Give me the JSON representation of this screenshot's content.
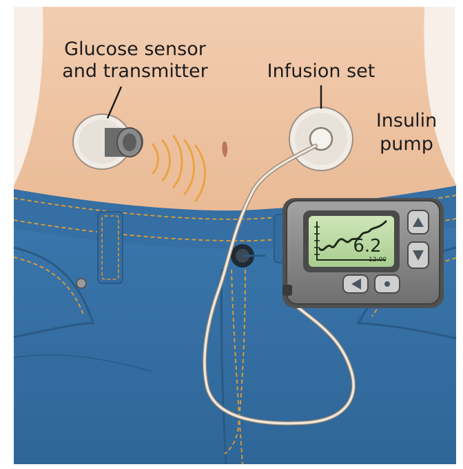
{
  "labels": {
    "sensor_line1": "Glucose sensor",
    "sensor_line2": "and transmitter",
    "infusion": "Infusion set",
    "pump_line1": "Insulin",
    "pump_line2": "pump"
  },
  "pump_screen": {
    "reading": "6.2",
    "time": "12:00"
  },
  "colors": {
    "skin": "#f0c7a7",
    "denim": "#3a73a8",
    "stitch": "#d59a3a",
    "screen": "#bcd9a4",
    "device": "#8e8e8e",
    "signal": "#e9a443"
  }
}
